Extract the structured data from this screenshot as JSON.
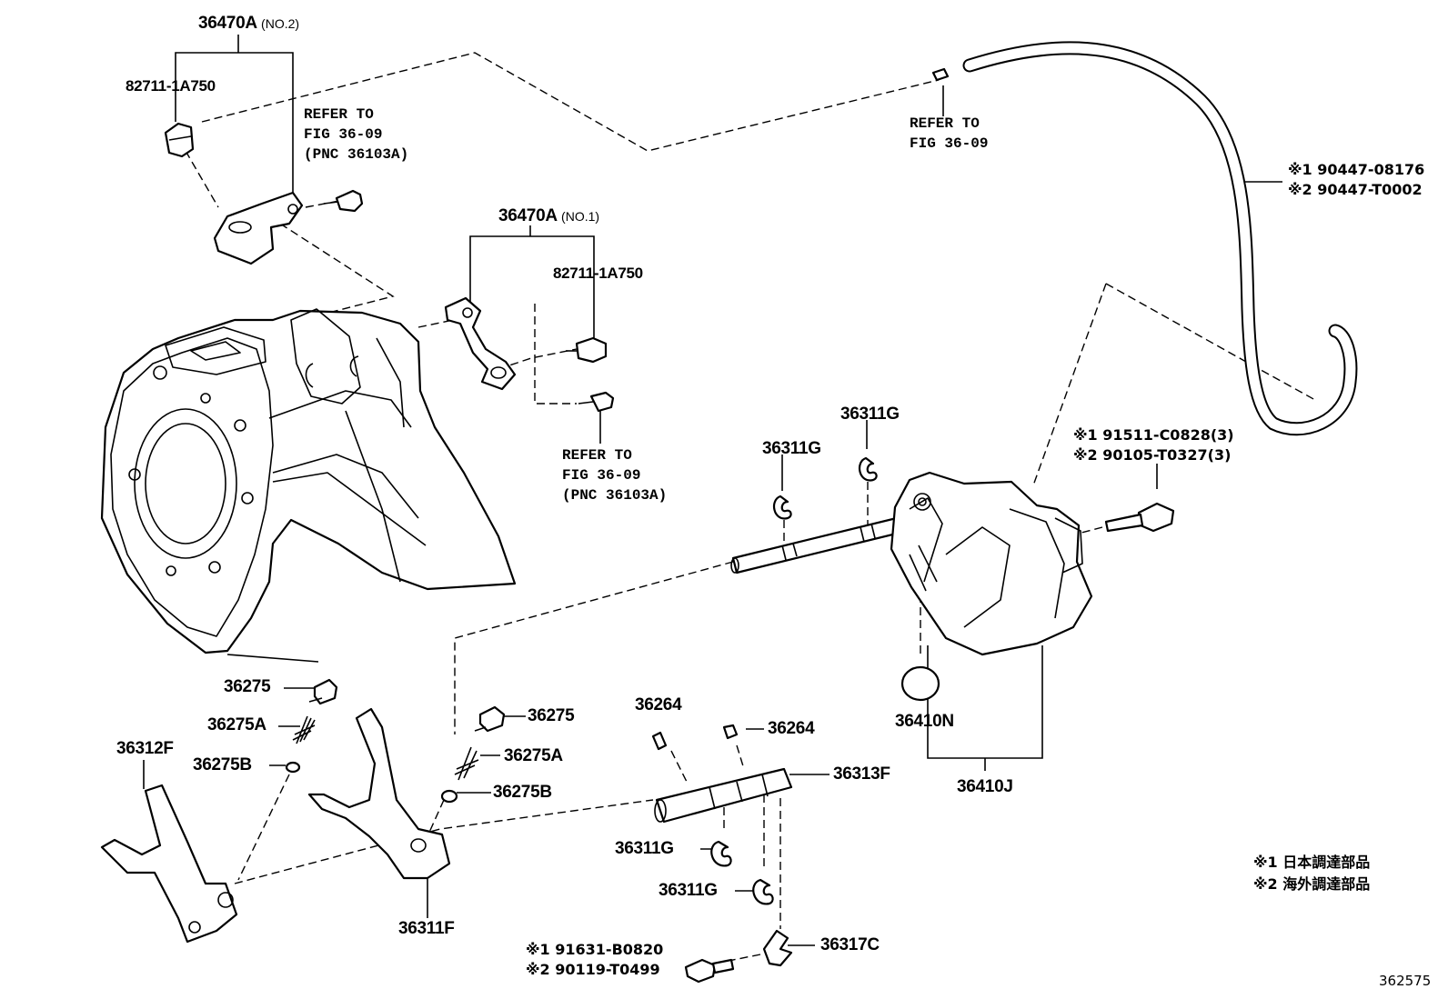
{
  "labels": {
    "bracket_no2_part": "36470A",
    "bracket_no2_sub": "(NO.2)",
    "bracket_no1_part": "36470A",
    "bracket_no1_sub": "(NO.1)",
    "sensor_top": "82711-1A750",
    "sensor_mid": "82711-1A750",
    "ref_top": "REFER TO\nFIG 36-09\n(PNC 36103A)",
    "ref_hose": "REFER TO\nFIG 36-09",
    "ref_mid": "REFER TO\nFIG 36-09\n(PNC 36103A)",
    "hose_1": "※1 90447-08176",
    "hose_2": "※2 90447-T0002",
    "bolt_cover_1": "※1 91511-C0828(3)",
    "bolt_cover_2": "※2 90105-T0327(3)",
    "ring_left": "36311G",
    "ring_right": "36311G",
    "plug_left": "36275",
    "spring_left": "36275A",
    "ball_left": "36275B",
    "fork_left": "36312F",
    "plug_mid": "36275",
    "spring_mid": "36275A",
    "ball_mid": "36275B",
    "pin_left": "36264",
    "pin_right": "36264",
    "shaft": "36313F",
    "ring_low1": "36311G",
    "ring_low2": "36311G",
    "fork_mid": "36311F",
    "oring": "36410N",
    "cover_assy": "36410J",
    "stopper": "36317C",
    "bolt_low_1": "※1 91631-B0820",
    "bolt_low_2": "※2 90119-T0499",
    "note_1": "※1 日本調達部品",
    "note_2": "※2 海外調達部品",
    "figure_no": "362575"
  }
}
